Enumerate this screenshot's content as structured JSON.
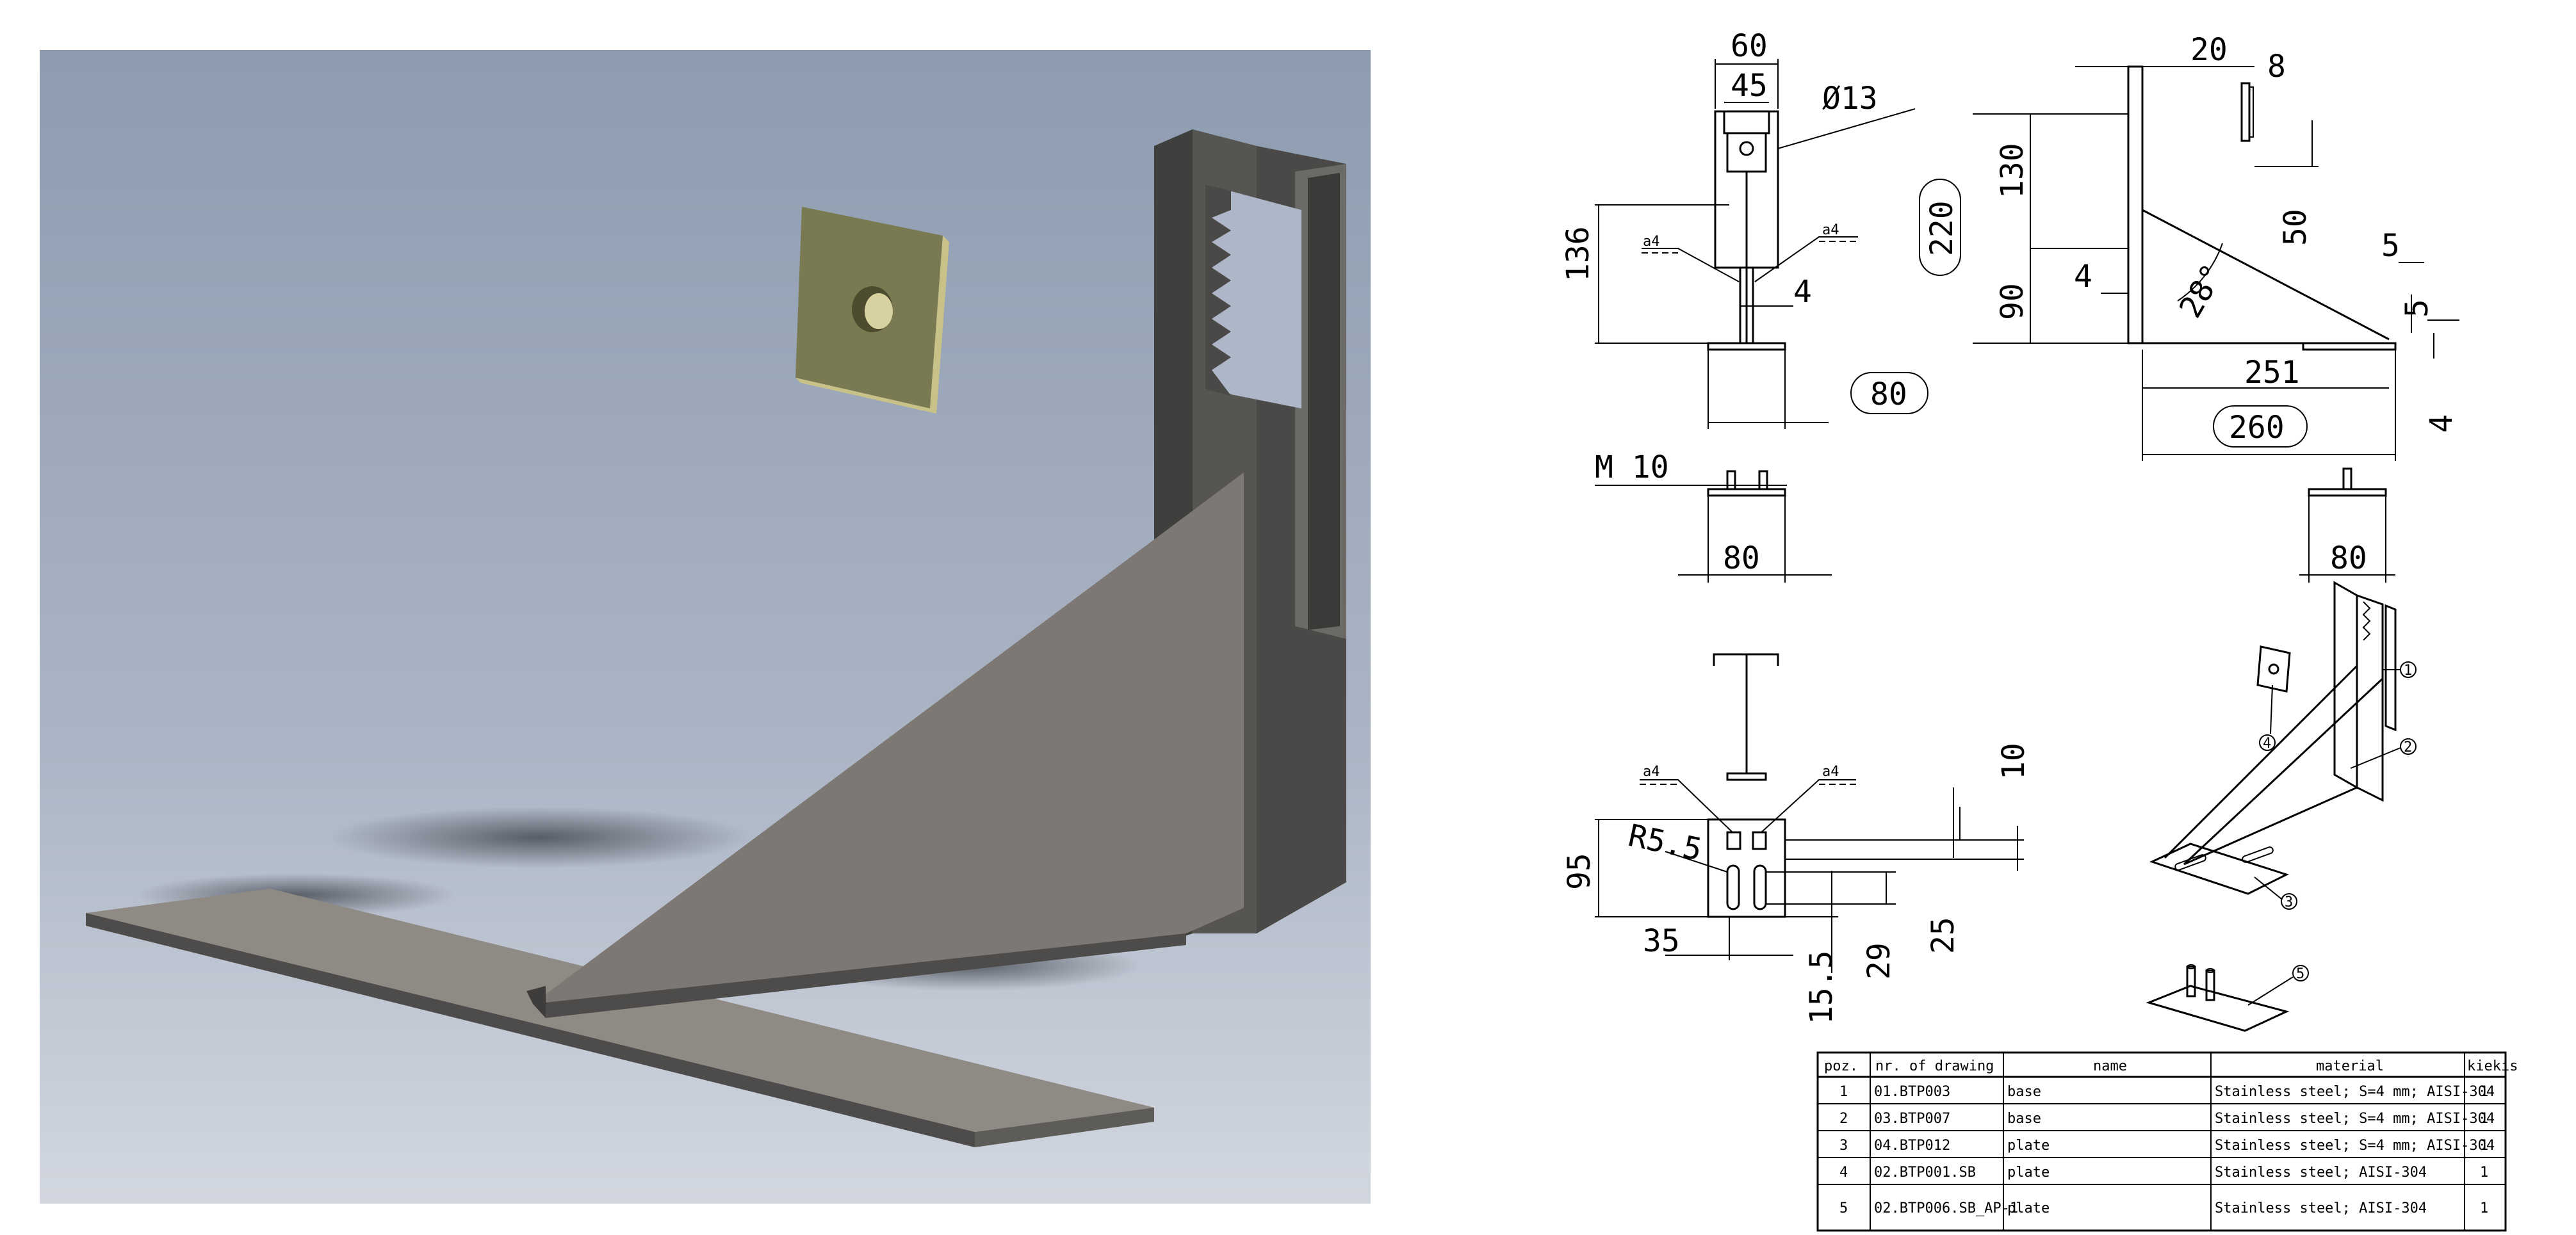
{
  "dimensions": {
    "front_top_width": "60",
    "front_inner_width": "45",
    "hole_dia": "Ø13",
    "front_height": "136",
    "front_gap": "4",
    "front_base": "80",
    "side_top_offset": "20",
    "side_small_width": "8",
    "side_total_height": "220",
    "side_upper_height": "130",
    "side_lower_height": "90",
    "side_notch_height": "50",
    "side_thickness": "4",
    "side_angle": "28°",
    "side_tip_w": "5",
    "side_tip_h": "5",
    "side_run": "251",
    "side_total_length": "260",
    "side_base_thk": "4",
    "thread": "M 10",
    "bolt_base": "80",
    "right_base": "80",
    "plan_slot_radius": "R5.5",
    "plan_height": "95",
    "plan_offset": "35",
    "plan_top_offset": "10",
    "plan_slot_a": "29",
    "plan_slot_b": "25",
    "plan_slot_c": "15.5",
    "weld_symbol": "a4"
  },
  "balloons": [
    "1",
    "2",
    "3",
    "4",
    "5"
  ],
  "bom": {
    "headers": [
      "poz.",
      "nr. of drawing",
      "name",
      "material",
      "kiekis"
    ],
    "rows": [
      [
        "1",
        "01.BTP003",
        "base",
        "Stainless steel; S=4 mm; AISI-304",
        "1"
      ],
      [
        "2",
        "03.BTP007",
        "base",
        "Stainless steel; S=4 mm; AISI-304",
        "1"
      ],
      [
        "3",
        "04.BTP012",
        "plate",
        "Stainless steel; S=4 mm; AISI-304",
        "1"
      ],
      [
        "4",
        "02.BTP001.SB",
        "plate",
        "Stainless steel; AISI-304",
        "1"
      ],
      [
        "5",
        "02.BTP006.SB_AP-1",
        "plate",
        "Stainless steel; AISI-304",
        "1"
      ]
    ]
  },
  "colors": {
    "render_top": "#8e9cb0",
    "render_bottom": "#d2d7e0",
    "metal_light": "#8f8a84",
    "metal_dark": "#4d4c4a",
    "plate": "#7a7a52"
  }
}
